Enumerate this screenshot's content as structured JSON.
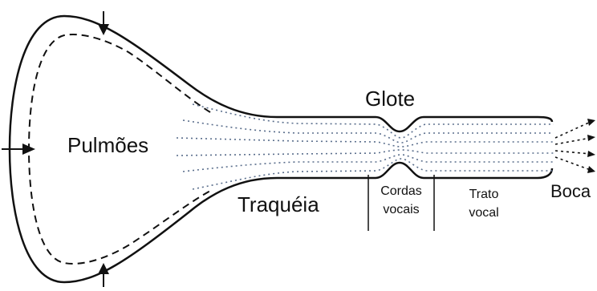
{
  "labels": {
    "lungs": "Pulmões",
    "glottis": "Glote",
    "trachea": "Traquéia",
    "vocal_cords_line1": "Cordas",
    "vocal_cords_line2": "vocais",
    "vocal_tract_line1": "Trato",
    "vocal_tract_line2": "vocal",
    "mouth": "Boca"
  },
  "colors": {
    "stroke": "#111111",
    "airflow": "#5a6e8c",
    "background": "#ffffff"
  }
}
